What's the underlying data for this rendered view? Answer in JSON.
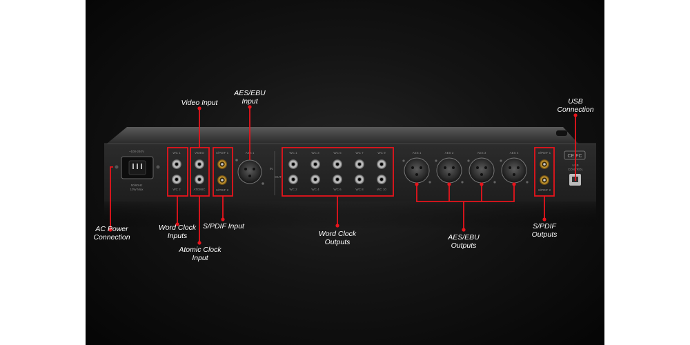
{
  "callouts": {
    "video_input": [
      "Video Input"
    ],
    "aes_ebu_input": [
      "AES/EBU",
      "Input"
    ],
    "usb_connection": [
      "USB",
      "Connection"
    ],
    "ac_power": [
      "AC Power",
      "Connection"
    ],
    "word_clock_inputs": [
      "Word Clock",
      "Inputs"
    ],
    "atomic_clock_input": [
      "Atomic Clock",
      "Input"
    ],
    "spdif_input": [
      "S/PDIF Input"
    ],
    "word_clock_outputs": [
      "Word Clock",
      "Outputs"
    ],
    "aes_ebu_outputs": [
      "AES/EBU",
      "Outputs"
    ],
    "spdif_outputs": [
      "S/PDIF",
      "Outputs"
    ]
  },
  "panel": {
    "power_voltage": "~100-240V",
    "power_spec_1": "50/60Hz",
    "power_spec_2": "10W Max",
    "wc_in_1": "WC 1",
    "wc_in_2": "WC 2",
    "video": "VIDEO",
    "atomic": "ATOMIC",
    "spdif_in_1": "S/PDIF 1",
    "spdif_in_2": "S/PDIF 2",
    "aes_in": "AES 1",
    "in_tag": "IN",
    "out_tag": "OUT",
    "wc_out_top": [
      "WC 1",
      "WC 3",
      "WC 5",
      "WC 7",
      "WC 9"
    ],
    "wc_out_bottom": [
      "WC 2",
      "WC 4",
      "WC 6",
      "WC 8",
      "WC 10"
    ],
    "aes_out": [
      "AES 1",
      "AES 2",
      "AES 3",
      "AES 4"
    ],
    "spdif_out_1": "S/PDIF 1",
    "spdif_out_2": "S/PDIF 2",
    "cert": "CE FC",
    "usb_label": "USB",
    "usb_label_2": "CONTROL"
  },
  "colors": {
    "highlight": "#e8141c",
    "background": "#0c0c0c",
    "panel": "#242424"
  }
}
